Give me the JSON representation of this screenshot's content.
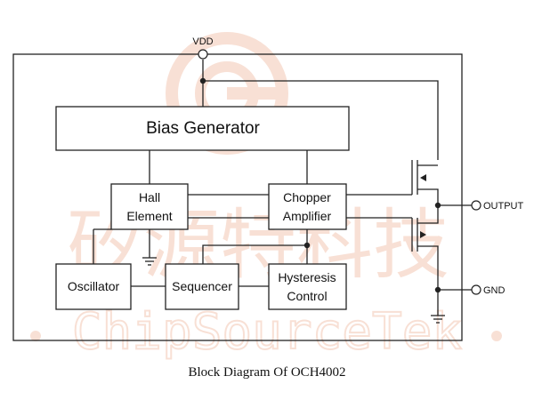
{
  "diagram": {
    "caption": "Block Diagram Of OCH4002",
    "watermark": {
      "chinese": "矽源特科技",
      "latin": "ChipSourceTek",
      "color": "#f3c7b3"
    },
    "pins": {
      "vdd": "VDD",
      "output": "OUTPUT",
      "gnd": "GND"
    },
    "blocks": {
      "bias_generator": "Bias Generator",
      "hall_element": [
        "Hall",
        "Element"
      ],
      "chopper_amplifier": [
        "Chopper",
        "Amplifier"
      ],
      "oscillator": "Oscillator",
      "sequencer": "Sequencer",
      "hysteresis_control": [
        "Hysteresis",
        "Control"
      ]
    },
    "colors": {
      "line": "#222222",
      "background": "#ffffff"
    }
  }
}
